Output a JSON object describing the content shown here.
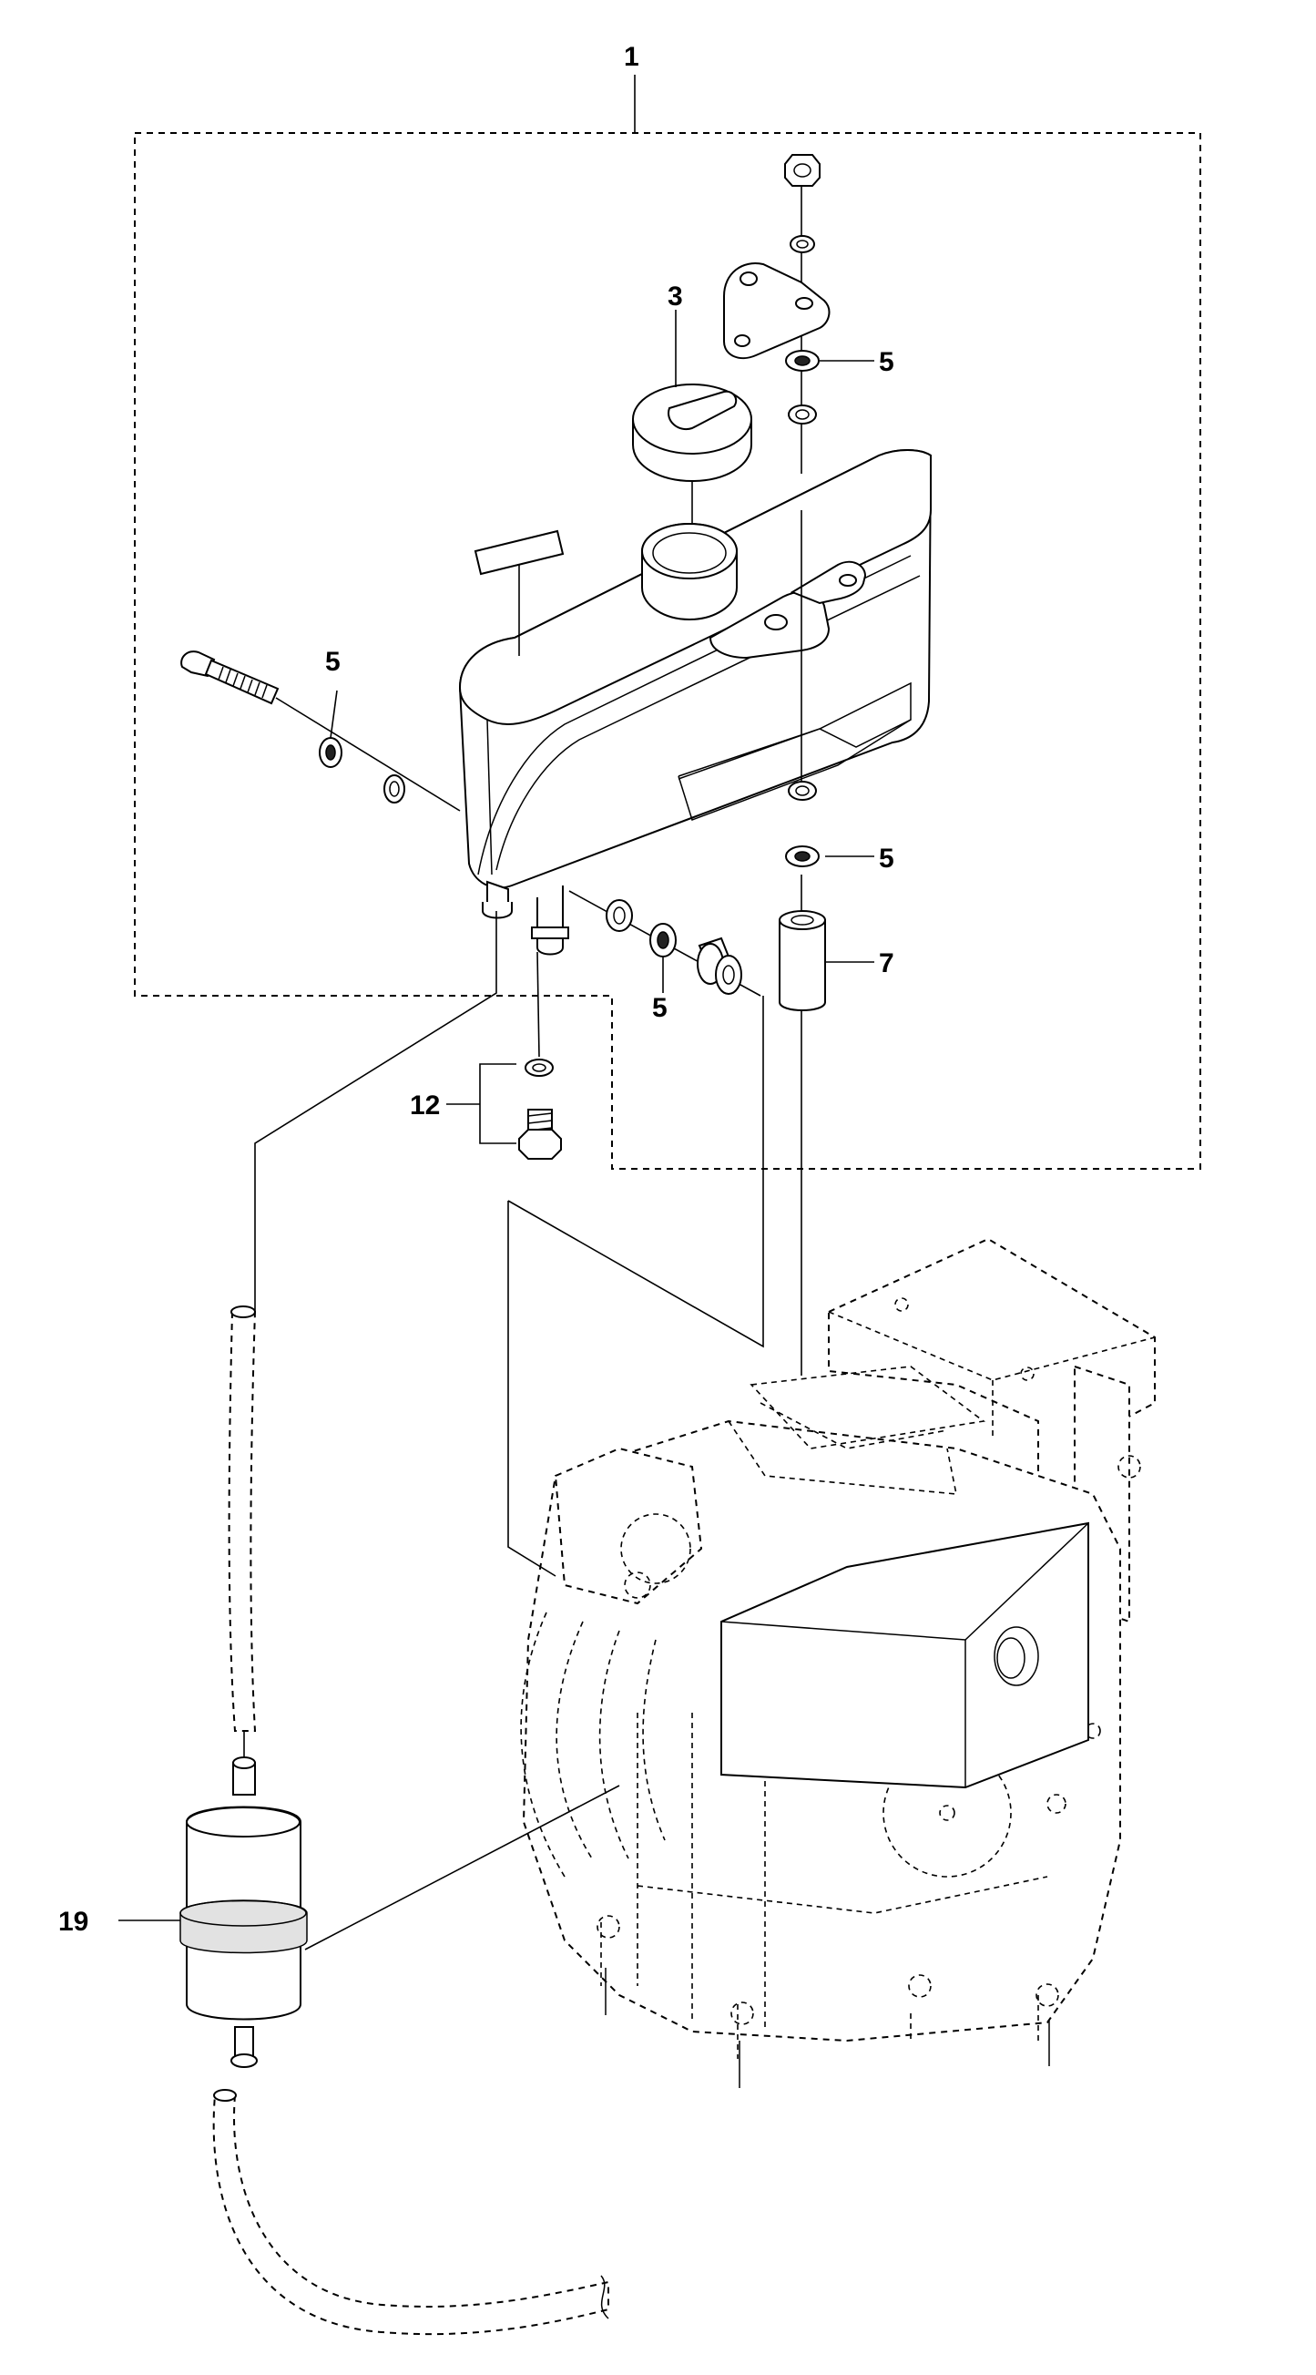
{
  "callouts": {
    "c1": "1",
    "c3": "3",
    "c5a": "5",
    "c5b": "5",
    "c5c": "5",
    "c5d": "5",
    "c7": "7",
    "c12": "12",
    "c19": "19"
  }
}
